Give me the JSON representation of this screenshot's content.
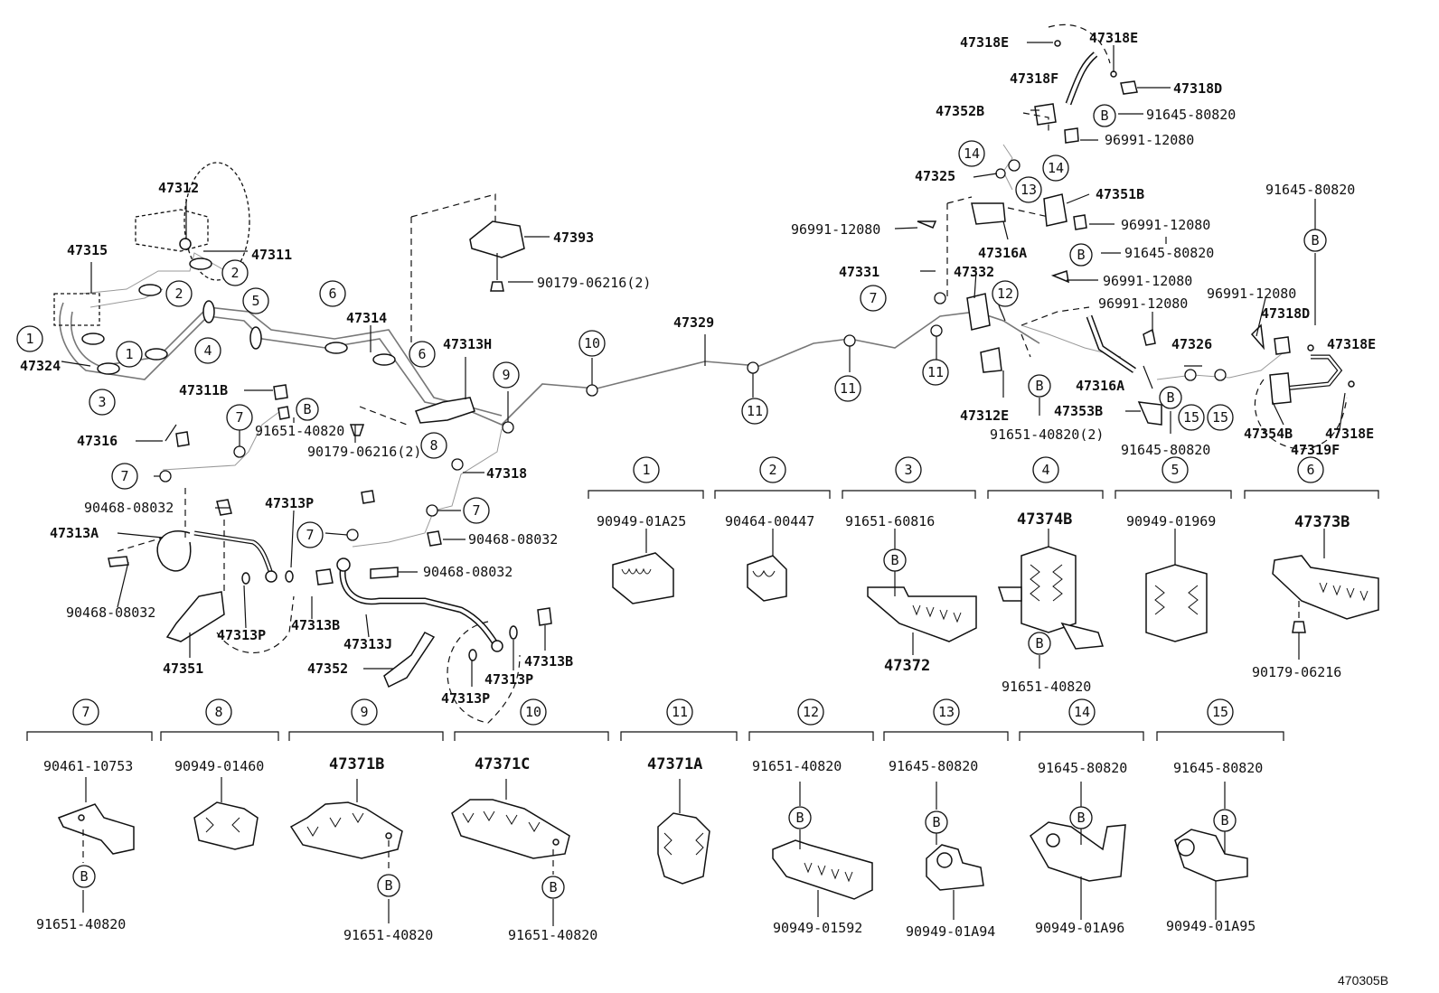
{
  "diagram_code": "470305B",
  "parts": {
    "p47318E_a": "47318E",
    "p47318E_b": "47318E",
    "p47318F": "47318F",
    "p47318D_a": "47318D",
    "p47352B": "47352B",
    "p91645_top": "91645-80820",
    "p96991_top": "96991-12080",
    "p47325": "47325",
    "p47351B": "47351B",
    "p96991_l": "96991-12080",
    "p96991_r": "96991-12080",
    "p47316A_a": "47316A",
    "p91645_mid": "91645-80820",
    "p96991_mid": "96991-12080",
    "p47331": "47331",
    "p47332": "47332",
    "p96991_b": "96991-12080",
    "p96991_far": "96991-12080",
    "p91645_far": "91645-80820",
    "p47318D_b": "47318D",
    "p47318E_c": "47318E",
    "p47326": "47326",
    "p47316A_b": "47316A",
    "p47353B": "47353B",
    "p47312E": "47312E",
    "p91651_2": "91651-40820(2)",
    "p91645_low": "91645-80820",
    "p47354B": "47354B",
    "p47318E_d": "47318E",
    "p47319F": "47319F",
    "p47312": "47312",
    "p47311": "47311",
    "p47315": "47315",
    "p47324": "47324",
    "p47314": "47314",
    "p47393": "47393",
    "p90179_a": "90179-06216(2)",
    "p47313H": "47313H",
    "p47329": "47329",
    "p47311B": "47311B",
    "p91651_a": "91651-40820",
    "p47316": "47316",
    "p90179_b": "90179-06216(2)",
    "p47318": "47318",
    "p90468_a": "90468-08032",
    "p47313P_a": "47313P",
    "p47313A": "47313A",
    "p90468_b": "90468-08032",
    "p90468_c": "90468-08032",
    "p90468_d": "90468-08032",
    "p47313P_b": "47313P",
    "p47313B_a": "47313B",
    "p47351": "47351",
    "p47313J": "47313J",
    "p47352": "47352",
    "p47313P_c": "47313P",
    "p47313B_b": "47313B",
    "p47313P_d": "47313P"
  },
  "callouts": [
    "1",
    "2",
    "3",
    "4",
    "5",
    "6",
    "7",
    "8",
    "9",
    "10",
    "11",
    "12",
    "13",
    "14",
    "15"
  ],
  "boltRef": "B",
  "clamps": [
    {
      "id": "1",
      "parts": [
        "90949-01A25"
      ]
    },
    {
      "id": "2",
      "parts": [
        "90464-00447"
      ]
    },
    {
      "id": "3",
      "parts": [
        "91651-60816",
        "47372"
      ]
    },
    {
      "id": "4",
      "parts": [
        "47374B",
        "91651-40820"
      ]
    },
    {
      "id": "5",
      "parts": [
        "90949-01969"
      ]
    },
    {
      "id": "6",
      "parts": [
        "47373B",
        "90179-06216"
      ]
    },
    {
      "id": "7",
      "parts": [
        "90461-10753",
        "91651-40820"
      ]
    },
    {
      "id": "8",
      "parts": [
        "90949-01460"
      ]
    },
    {
      "id": "9",
      "parts": [
        "47371B",
        "91651-40820"
      ]
    },
    {
      "id": "10",
      "parts": [
        "47371C",
        "91651-40820"
      ]
    },
    {
      "id": "11",
      "parts": [
        "47371A"
      ]
    },
    {
      "id": "12",
      "parts": [
        "91651-40820",
        "90949-01592"
      ]
    },
    {
      "id": "13",
      "parts": [
        "91645-80820",
        "90949-01A94"
      ]
    },
    {
      "id": "14",
      "parts": [
        "91645-80820",
        "90949-01A96"
      ]
    },
    {
      "id": "15",
      "parts": [
        "91645-80820",
        "90949-01A95"
      ]
    }
  ]
}
